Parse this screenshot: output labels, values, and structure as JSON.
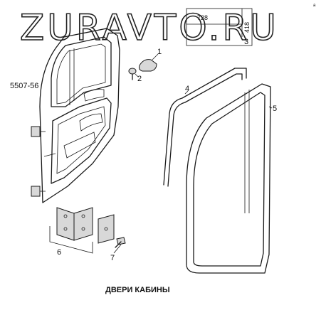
{
  "watermark": "ZURAVTO.RU",
  "ref_code": "5507-56",
  "caption": "ДВЕРИ КАБИНЫ",
  "corner_mark": "ᵃ",
  "insert_box": {
    "top_number": "728",
    "side_number": "418",
    "callout": "3"
  },
  "callouts": {
    "c1": "1",
    "c2": "2",
    "c4": "4",
    "c5": "5",
    "c6": "6",
    "c7": "7"
  }
}
